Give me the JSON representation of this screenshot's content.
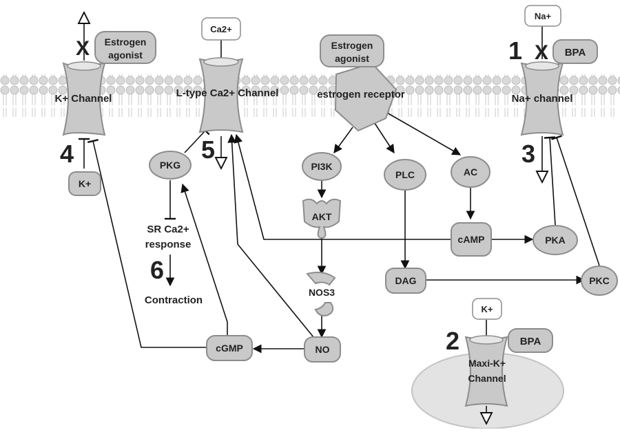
{
  "labels": {
    "k_channel": "K+ Channel",
    "ltype_channel": "L-type Ca2+ Channel",
    "estrogen_receptor": "estrogen receptor",
    "na_channel": "Na+ channel",
    "maxi_k_line1": "Maxi-K+",
    "maxi_k_line2": "Channel",
    "estrogen_agonist_line1": "Estrogen",
    "estrogen_agonist_line2": "agonist",
    "bpa": "BPA",
    "ca2_ion": "Ca2+",
    "na_ion": "Na+",
    "k_ion": "K+",
    "pkg": "PKG",
    "pi3k": "PI3K",
    "akt": "AKT",
    "nos3": "NOS3",
    "no": "NO",
    "cgmp": "cGMP",
    "plc": "PLC",
    "ac": "AC",
    "camp": "cAMP",
    "pka": "PKA",
    "dag": "DAG",
    "pkc": "PKC",
    "sr_line1": "SR Ca2+",
    "sr_line2": "response",
    "contraction": "Contraction",
    "block_mark": "X"
  },
  "steps": [
    "1",
    "2",
    "3",
    "4",
    "5",
    "6"
  ]
}
